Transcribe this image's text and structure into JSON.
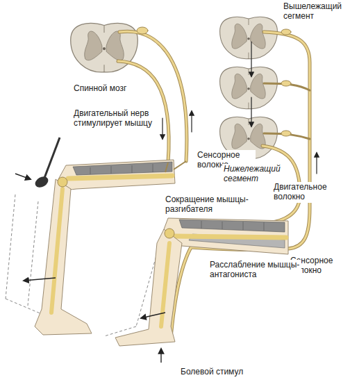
{
  "diagram": {
    "labels": [
      "Вышележащий сегмент",
      "Спинной мозг",
      "Двигательный нерв стимулирует мышцу",
      "Сенсорное волокно",
      "Нижележащий сегмент",
      "Двигательное волокно",
      "Сокращение мышцы-разгибателя",
      "Сенсорное волокно",
      "Расслабление мышцы-антагониста",
      "Болевой стимул"
    ]
  }
}
